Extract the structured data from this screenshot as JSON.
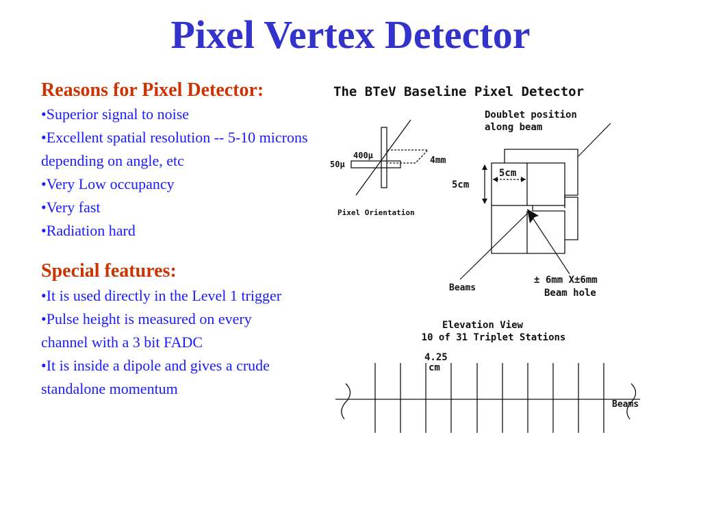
{
  "slide": {
    "title": "Pixel Vertex Detector",
    "reasons_heading": "Reasons for Pixel Detector:",
    "reasons": [
      "Superior signal to noise",
      "Excellent spatial resolution -- 5-10 microns depending on angle, etc",
      "Very Low occupancy",
      "Very fast",
      "Radiation hard"
    ],
    "special_heading": "Special features:",
    "special": [
      "It is used directly in the Level 1 trigger",
      "Pulse height is measured on every channel with a  3 bit FADC",
      "It is inside a dipole and gives a crude standalone momentum"
    ]
  },
  "figure": {
    "title": "The BTeV Baseline Pixel Detector",
    "doublet_label_line1": "Doublet position",
    "doublet_label_line2": "along beam",
    "dim_5cm_horizontal": "5cm",
    "dim_5cm_vertical": "5cm",
    "pixel_400": "400μ",
    "pixel_50": "50μ",
    "pixel_4mm": "4mm",
    "pixel_orientation": "Pixel Orientation",
    "beams_label": "Beams",
    "beam_hole_line1": "± 6mm X±6mm",
    "beam_hole_line2": "Beam hole",
    "elevation_line1": "Elevation View",
    "elevation_line2": "10 of 31 Triplet Stations",
    "spacing_line1": "4.25",
    "spacing_line2": "cm",
    "beams_axis_label": "Beams"
  }
}
